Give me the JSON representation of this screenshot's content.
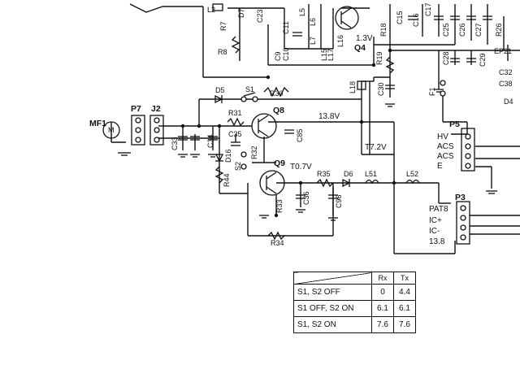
{
  "schematic": {
    "labels": {
      "l2": "L2",
      "r7": "R7",
      "d7": "D7",
      "c23": "C23",
      "l5": "L5",
      "l6": "L6",
      "l7": "L7",
      "c9": "C9",
      "c10": "C10",
      "c11": "C11",
      "l15": "L15",
      "l16": "L16",
      "l17": "L17",
      "r8": "R8",
      "q4_voltage": "1.3V",
      "q4": "Q4",
      "r18": "R18",
      "r19": "R19",
      "c15": "C15",
      "c16": "C16",
      "c17": "C17",
      "c25": "C25",
      "c26": "C26",
      "c27": "C27",
      "c28": "C28",
      "c29": "C29",
      "c30": "C30",
      "r26": "R26",
      "ep21": "EP21",
      "c32": "C32",
      "c38": "C38",
      "d4": "D4",
      "f1": "F1",
      "d5": "D5",
      "s1": "S1",
      "r30": "R30",
      "l18": "L18",
      "r31": "R31",
      "q8": "Q8",
      "rail_voltage": "13.8V",
      "c85": "C85",
      "c35": "C35",
      "c34": "C34",
      "c33": "C33",
      "d16": "D16",
      "r32": "R32",
      "s2": "S2",
      "r44": "R44",
      "q9": "Q9",
      "t_voltage": "T0.7V",
      "r35": "R35",
      "d6": "D6",
      "l51": "L51",
      "l52": "L52",
      "t72": "T7.2V",
      "r33": "R33",
      "c36": "C36",
      "c96": "C96",
      "r34": "R34",
      "mf1": "MF1",
      "m": "M",
      "p7": "P7",
      "j2": "J2",
      "p5": "P5",
      "p3": "P3"
    },
    "p5_pins": [
      "HV",
      "ACS",
      "ACS",
      "E"
    ],
    "p3_pins": [
      "PAT8",
      "IC+",
      "IC-",
      "13.8"
    ]
  },
  "table": {
    "columns": [
      "Rx",
      "Tx"
    ],
    "rows": [
      {
        "label": "S1, S2 OFF",
        "rx": "0",
        "tx": "4.4"
      },
      {
        "label": "S1 OFF, S2 ON",
        "rx": "6.1",
        "tx": "6.1"
      },
      {
        "label": "S1, S2 ON",
        "rx": "7.6",
        "tx": "7.6"
      }
    ]
  }
}
